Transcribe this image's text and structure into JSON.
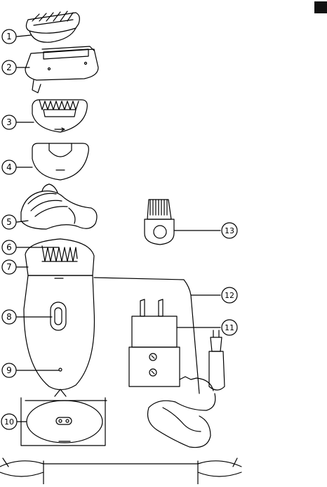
{
  "callouts": [
    {
      "n": "1"
    },
    {
      "n": "2"
    },
    {
      "n": "3"
    },
    {
      "n": "4"
    },
    {
      "n": "5"
    },
    {
      "n": "6"
    },
    {
      "n": "7"
    },
    {
      "n": "8"
    },
    {
      "n": "9"
    },
    {
      "n": "10"
    },
    {
      "n": "11"
    },
    {
      "n": "12"
    },
    {
      "n": "13"
    }
  ],
  "colors": {
    "ink": "#000000",
    "paper": "#ffffff",
    "tab": "#111111"
  }
}
